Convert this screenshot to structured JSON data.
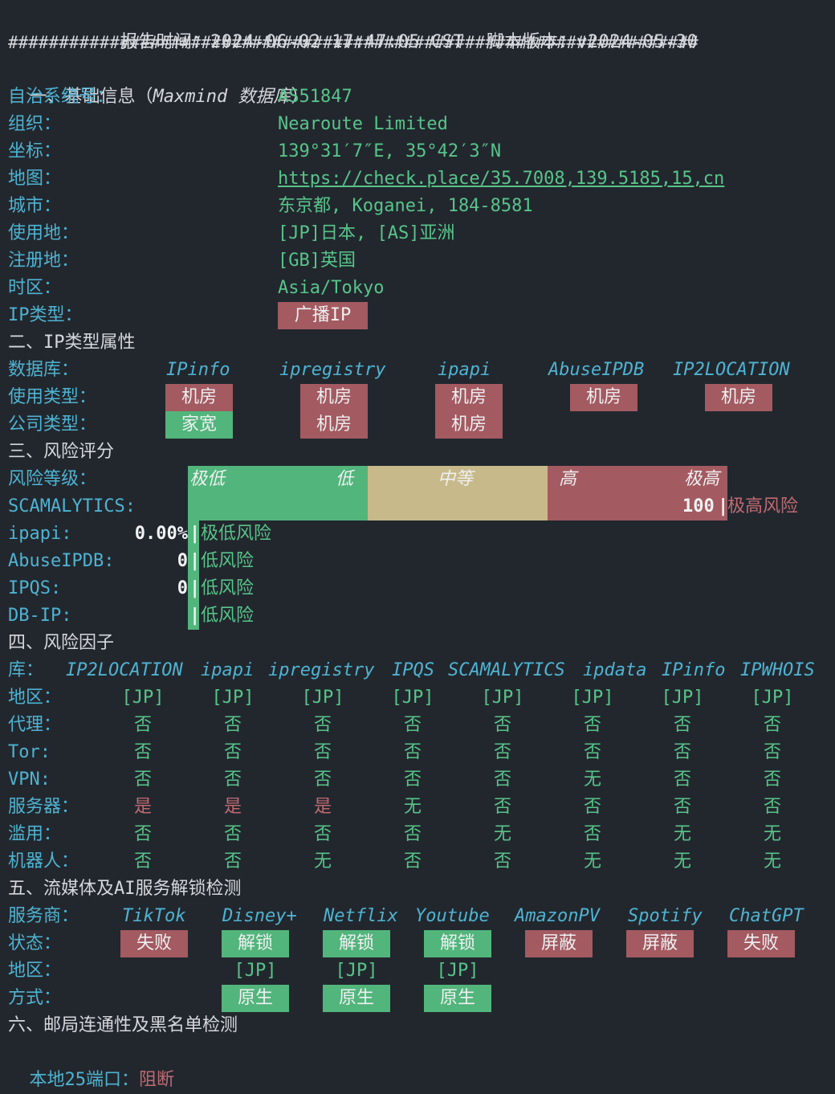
{
  "header": {
    "report_time_label": "报告时间：",
    "report_time": "2024-06-02 17:47:05 CST",
    "script_version_label": "脚本版本：",
    "script_version": "v2024-05-30",
    "separator": "####################################################################"
  },
  "section1": {
    "title_prefix": "一、基础信息（",
    "title_db": "Maxmind 数据库",
    "title_suffix": "）",
    "rows": [
      {
        "label": "自治系统号：",
        "value": "AS51847"
      },
      {
        "label": "组织：",
        "value": "Nearoute Limited"
      },
      {
        "label": "坐标：",
        "value": "139°31′7″E, 35°42′3″N"
      },
      {
        "label": "地图：",
        "value": "https://check.place/35.7008,139.5185,15,cn"
      },
      {
        "label": "城市：",
        "value": "东京都, Koganei, 184-8581"
      },
      {
        "label": "使用地：",
        "value": "[JP]日本, [AS]亚洲"
      },
      {
        "label": "注册地：",
        "value": "[GB]英国"
      },
      {
        "label": "时区：",
        "value": "Asia/Tokyo"
      }
    ],
    "ip_type_label": "IP类型：",
    "ip_type_value": "广播IP"
  },
  "section2": {
    "title": "二、IP类型属性",
    "db_label": "数据库：",
    "usage_label": "使用类型：",
    "company_label": "公司类型：",
    "dbs": [
      "IPinfo",
      "ipregistry",
      "ipapi",
      "AbuseIPDB",
      "IP2LOCATION"
    ],
    "usage": [
      "机房",
      "机房",
      "机房",
      "机房",
      "机房"
    ],
    "company": [
      "家宽",
      "机房",
      "机房"
    ]
  },
  "section3": {
    "title": "三、风险评分",
    "level_label": "风险等级：",
    "levels": [
      "极低",
      "低",
      "中等",
      "高",
      "极高"
    ],
    "scam_label": "SCAMALYTICS:",
    "scam_score": "100",
    "scam_text": "极高风险",
    "sep": "|",
    "rows": [
      {
        "label": "ipapi:",
        "score": "0.00%",
        "text": "极低风险"
      },
      {
        "label": "AbuseIPDB:",
        "score": "0",
        "text": "低风险"
      },
      {
        "label": "IPQS:",
        "score": "0",
        "text": "低风险"
      },
      {
        "label": "DB-IP:",
        "score": "",
        "text": "低风险"
      }
    ],
    "colors": {
      "green": "#52b57b",
      "yellow": "#c8b98a",
      "red": "#a35a60"
    }
  },
  "section4": {
    "title": "四、风险因子",
    "lib_label": "库：",
    "dbs": [
      "IP2LOCATION",
      "ipapi",
      "ipregistry",
      "IPQS",
      "SCAMALYTICS",
      "ipdata",
      "IPinfo",
      "IPWHOIS"
    ],
    "rows": [
      {
        "label": "地区：",
        "cells": [
          "[JP]",
          "[JP]",
          "[JP]",
          "[JP]",
          "[JP]",
          "[JP]",
          "[JP]",
          "[JP]"
        ]
      },
      {
        "label": "代理：",
        "cells": [
          "否",
          "否",
          "否",
          "否",
          "否",
          "否",
          "否",
          "否"
        ]
      },
      {
        "label": "Tor:",
        "cells": [
          "否",
          "否",
          "否",
          "否",
          "否",
          "否",
          "否",
          "否"
        ]
      },
      {
        "label": "VPN:",
        "cells": [
          "否",
          "否",
          "否",
          "否",
          "否",
          "无",
          "否",
          "否"
        ]
      },
      {
        "label": "服务器：",
        "cells": [
          "是",
          "是",
          "是",
          "无",
          "否",
          "否",
          "否",
          "否"
        ]
      },
      {
        "label": "滥用：",
        "cells": [
          "否",
          "否",
          "否",
          "否",
          "无",
          "否",
          "无",
          "无"
        ]
      },
      {
        "label": "机器人：",
        "cells": [
          "否",
          "否",
          "无",
          "否",
          "否",
          "无",
          "无",
          "无"
        ]
      }
    ]
  },
  "section5": {
    "title": "五、流媒体及AI服务解锁检测",
    "provider_label": "服务商：",
    "status_label": "状态：",
    "region_label": "地区：",
    "method_label": "方式：",
    "services": [
      "TikTok",
      "Disney+",
      "Netflix",
      "Youtube",
      "AmazonPV",
      "Spotify",
      "ChatGPT"
    ],
    "status": [
      "失败",
      "解锁",
      "解锁",
      "解锁",
      "屏蔽",
      "屏蔽",
      "失败"
    ],
    "regions": [
      "",
      "[JP]",
      "[JP]",
      "[JP]",
      "",
      "",
      ""
    ],
    "methods": [
      "",
      "原生",
      "原生",
      "原生",
      "",
      "",
      ""
    ]
  },
  "section6": {
    "title": "六、邮局连通性及黑名单检测",
    "port_label": "本地25端口：",
    "port_value": "阻断"
  }
}
